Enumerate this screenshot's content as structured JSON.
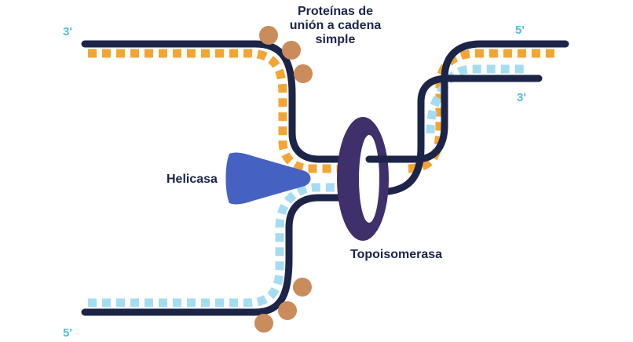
{
  "colors": {
    "backbone": "#1c2447",
    "orange_bases": "#f2a534",
    "blue_bases": "#a6dcf1",
    "ssb_protein": "#c98c5a",
    "helicase": "#4562c2",
    "topoisomerase": "#3f2f6b",
    "end_label": "#4ec1e0",
    "text": "#1c2447"
  },
  "labels": {
    "ssb_line1": "Proteínas de",
    "ssb_line2": "unión a cadena",
    "ssb_line3": "simple",
    "helicase": "Helicasa",
    "topoisomerase": "Topoisomerasa"
  },
  "ends": {
    "top_left": "3'",
    "top_right": "5'",
    "mid_right": "3'",
    "bottom_left": "5'"
  },
  "icons": {
    "helicase": "helicase-wedge",
    "topoisomerase": "topoisomerase-ring",
    "ssb": "protein-sphere"
  }
}
